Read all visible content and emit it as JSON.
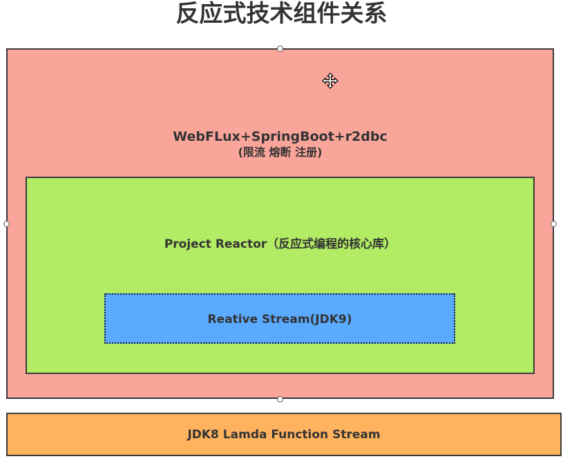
{
  "title": "反应式技术组件关系",
  "layers": {
    "outer": {
      "label": "WebFLux+SpringBoot+r2dbc",
      "sublabel": "(限流  熔断  注册)",
      "color": "#f9a59a"
    },
    "middle": {
      "label": "Project Reactor（反应式编程的核心库）",
      "color": "#b2eb64"
    },
    "inner": {
      "label": "Reative Stream(JDK9)",
      "color": "#5aabff"
    },
    "bottom": {
      "label": "JDK8 Lamda   Function Stream",
      "color": "#ffb35e"
    }
  },
  "icons": {
    "cursor": "move-cursor-icon",
    "selection_handle": "selection-handle"
  }
}
